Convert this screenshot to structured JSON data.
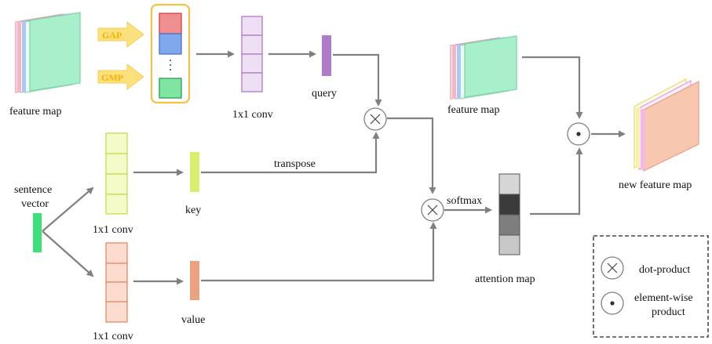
{
  "labels": {
    "feature_map_left": "feature map",
    "gap": "GAP",
    "gmp": "GMP",
    "conv_query": "1x1 conv",
    "query": "query",
    "feature_map_right": "feature map",
    "new_feature_map": "new feature map",
    "transpose": "transpose",
    "sentence_vector_line1": "sentence",
    "sentence_vector_line2": "vector",
    "conv_key": "1x1 conv",
    "key": "key",
    "conv_value": "1x1 conv",
    "value": "value",
    "softmax": "softmax",
    "attention_map": "attention map"
  },
  "legend": {
    "dot_product": "dot-product",
    "elementwise_line1": "element-wise",
    "elementwise_line2": "product"
  },
  "colors": {
    "arrow": "#808080",
    "query_conv": "#b07bc6",
    "key_conv": "#d9ee6e",
    "value_conv": "#eaa37e",
    "sentence_vector": "#3ee07a",
    "pool_arrow": "#fbd96e",
    "pool_box_border": "#f4c242",
    "pool_red": "#ef8f8f",
    "pool_blue": "#7fa9ec",
    "pool_green": "#7ee6a0",
    "map_pink": "#f5b5c4",
    "map_blue": "#a9c9f5",
    "map_green": "#9cecc8",
    "new_map_yellow": "#f5f1a8",
    "new_map_pink": "#f3b6f0",
    "new_map_orange": "#f7c7b0",
    "attention_cells": [
      "#d6d6d6",
      "#3b3b3b",
      "#7e7e7e",
      "#c8c8c8"
    ]
  },
  "icons": [
    "dot-product-icon",
    "element-wise-product-icon"
  ]
}
